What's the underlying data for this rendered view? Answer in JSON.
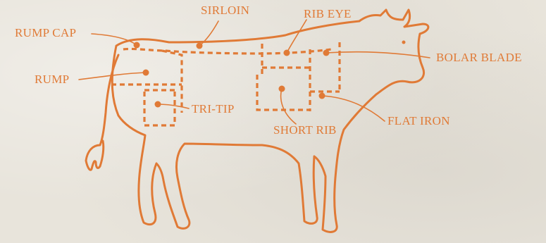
{
  "labels": {
    "sirloin": "SIRLOIN",
    "rib_eye": "RIB EYE",
    "rump_cap": "RUMP CAP",
    "bolar_blade": "BOLAR BLADE",
    "rump": "RUMP",
    "tri_tip": "TRI-TIP",
    "flat_iron": "FLAT IRON",
    "short_rib": "SHORT RIB"
  },
  "colors": {
    "accent": "#e07a36",
    "background": "#e8e4db"
  }
}
